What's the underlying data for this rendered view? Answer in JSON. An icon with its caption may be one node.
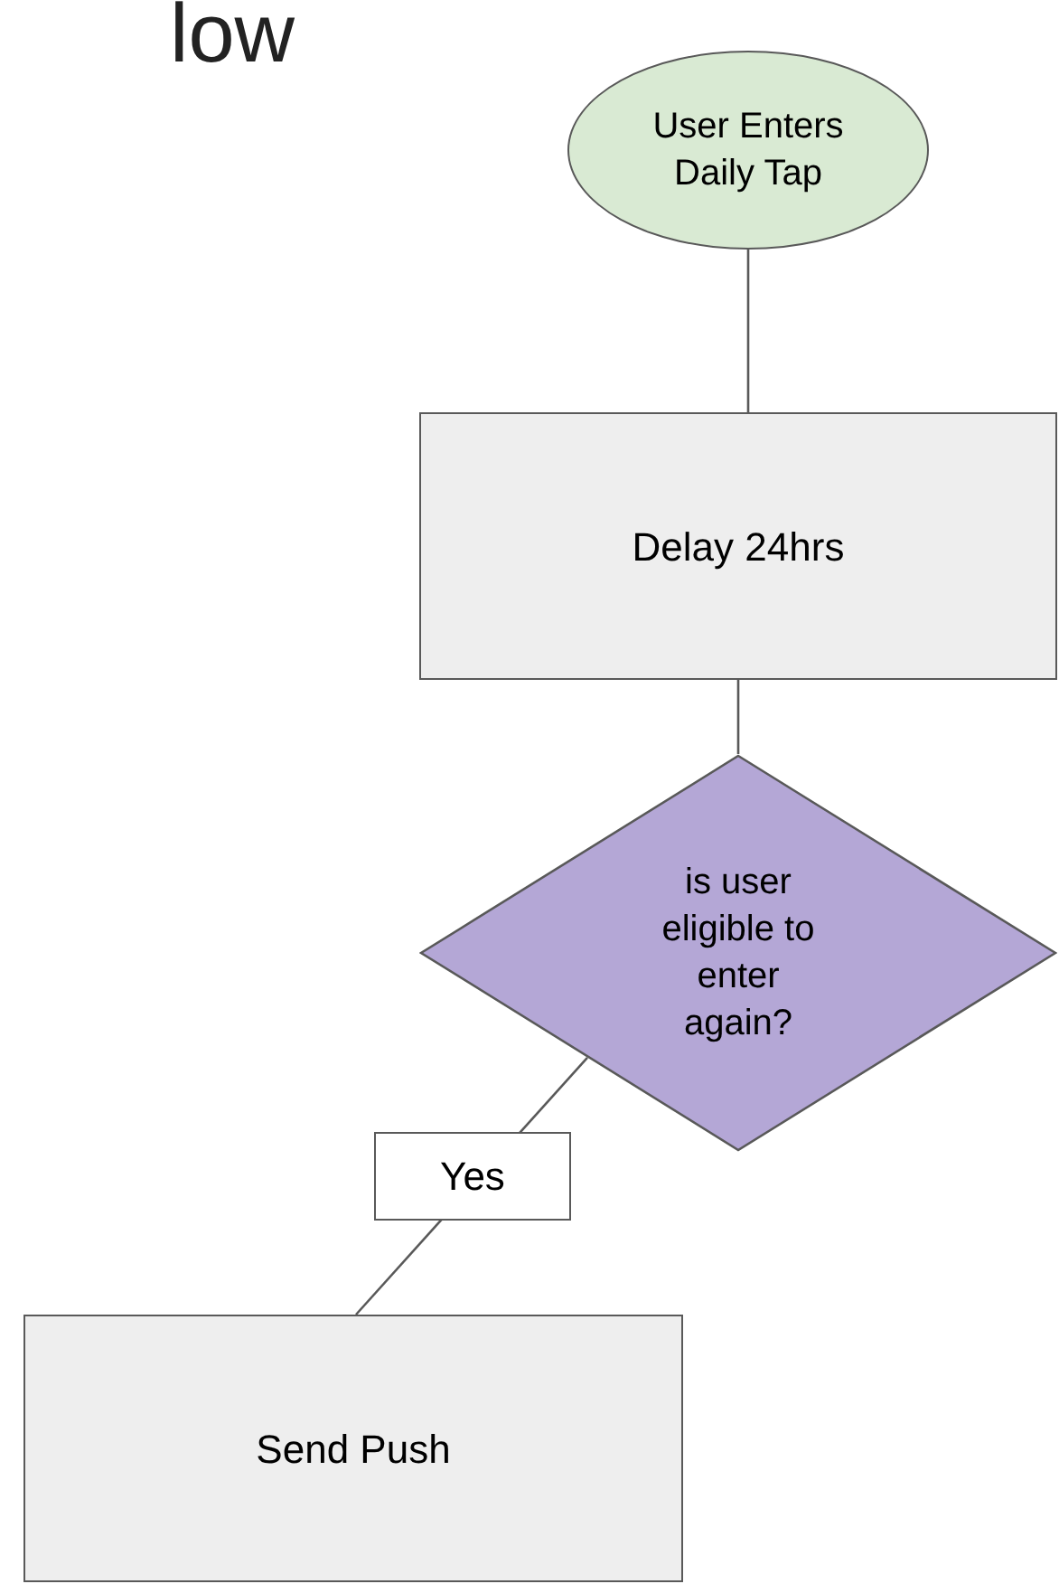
{
  "diagram": {
    "title": "low",
    "nodes": [
      {
        "text": [
          "User Enters Daily Tap"
        ]
      },
      {
        "text": [
          "Delay 24hrs"
        ]
      },
      {
        "text": [
          "is user eligible to enter again?"
        ]
      },
      {
        "text": [
          "Send Push"
        ]
      }
    ],
    "edges": [
      {
        "from": 0,
        "to": 1,
        "arrow": "none"
      },
      {
        "from": 1,
        "to": 2,
        "arrow": "none"
      },
      {
        "from": 2,
        "to": 3,
        "arrow": "none",
        "label": "Yes"
      }
    ]
  }
}
